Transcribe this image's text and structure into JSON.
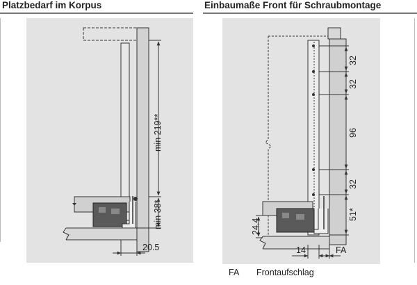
{
  "left_section": {
    "heading": "Platzbedarf im Korpus",
    "dimensions": {
      "height_upper": "min 219**",
      "height_lower": "min 38*",
      "width_bottom": "20.5"
    }
  },
  "right_section": {
    "heading": "Einbaumaße Front für Schraubmontage",
    "dimensions": {
      "spacing_1": "32",
      "spacing_2": "32",
      "spacing_3": "96",
      "spacing_4": "32",
      "bottom_offset": "51*",
      "left_height": "24.4",
      "bottom_width": "14",
      "bottom_label": "FA"
    },
    "legend": {
      "abbr": "FA",
      "text": "Frontaufschlag"
    }
  },
  "colors": {
    "panel_background": "#e3e3e3",
    "line": "#333333",
    "part_dark": "#555555"
  }
}
